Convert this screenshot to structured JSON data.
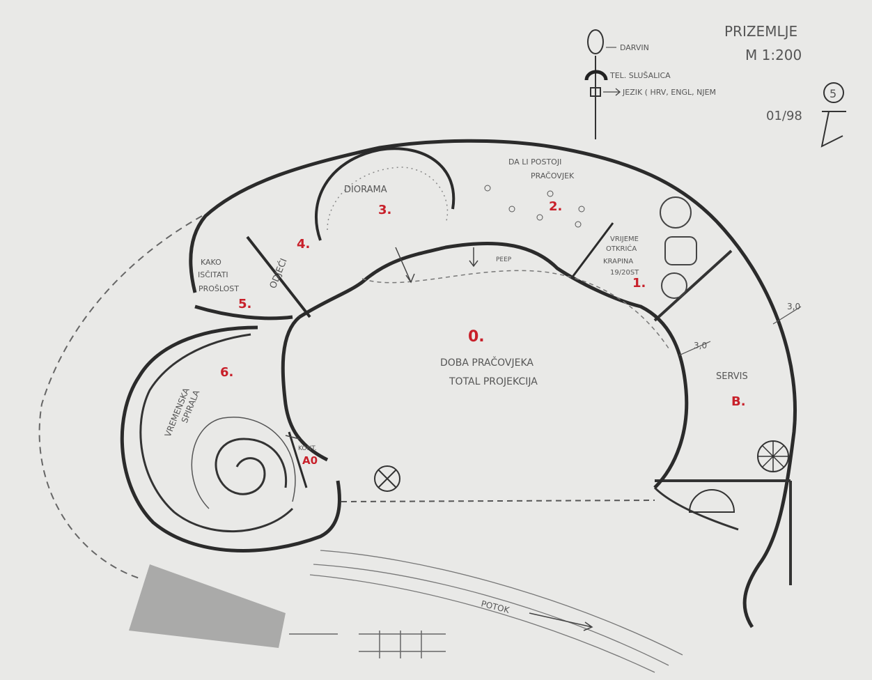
{
  "title_block": {
    "floor": "PRIZEMLJE",
    "scale": "M 1:200",
    "date": "01/98",
    "sheet_number": "5"
  },
  "legend": {
    "bust": "DARVIN",
    "headphones": "TEL. SLUŠALICA",
    "language": "JEZIK ( HRV, ENGL, NJEM"
  },
  "rooms": [
    {
      "number": "0.",
      "text": [
        "DOBA PRAČOVJEKA",
        "TOTAL PROJEKCIJA"
      ]
    },
    {
      "number": "1.",
      "text": [
        "VRIJEME",
        "OTKRIĆA",
        "KRAPINA",
        "19/20ST"
      ]
    },
    {
      "number": "2.",
      "text": [
        "DA LI POSTOJI",
        "PRAČOVJEK"
      ]
    },
    {
      "number": "3.",
      "text": [
        "DIORAMA"
      ]
    },
    {
      "number": "4.",
      "text": [
        "ODJEĆI"
      ]
    },
    {
      "number": "5.",
      "text": [
        "KAKO",
        "ISČITATI",
        "PROŠLOST"
      ]
    },
    {
      "number": "6.",
      "text": [
        "VREMENSKA",
        "SPIRALA"
      ]
    },
    {
      "number": "A0",
      "text": [
        "KONT."
      ]
    },
    {
      "number": "B.",
      "text": [
        "SERVIS"
      ]
    }
  ],
  "annotations": {
    "peep": "PEEP",
    "stream": "POTOK",
    "dim_a": "3,0",
    "dim_b": "3,0"
  }
}
